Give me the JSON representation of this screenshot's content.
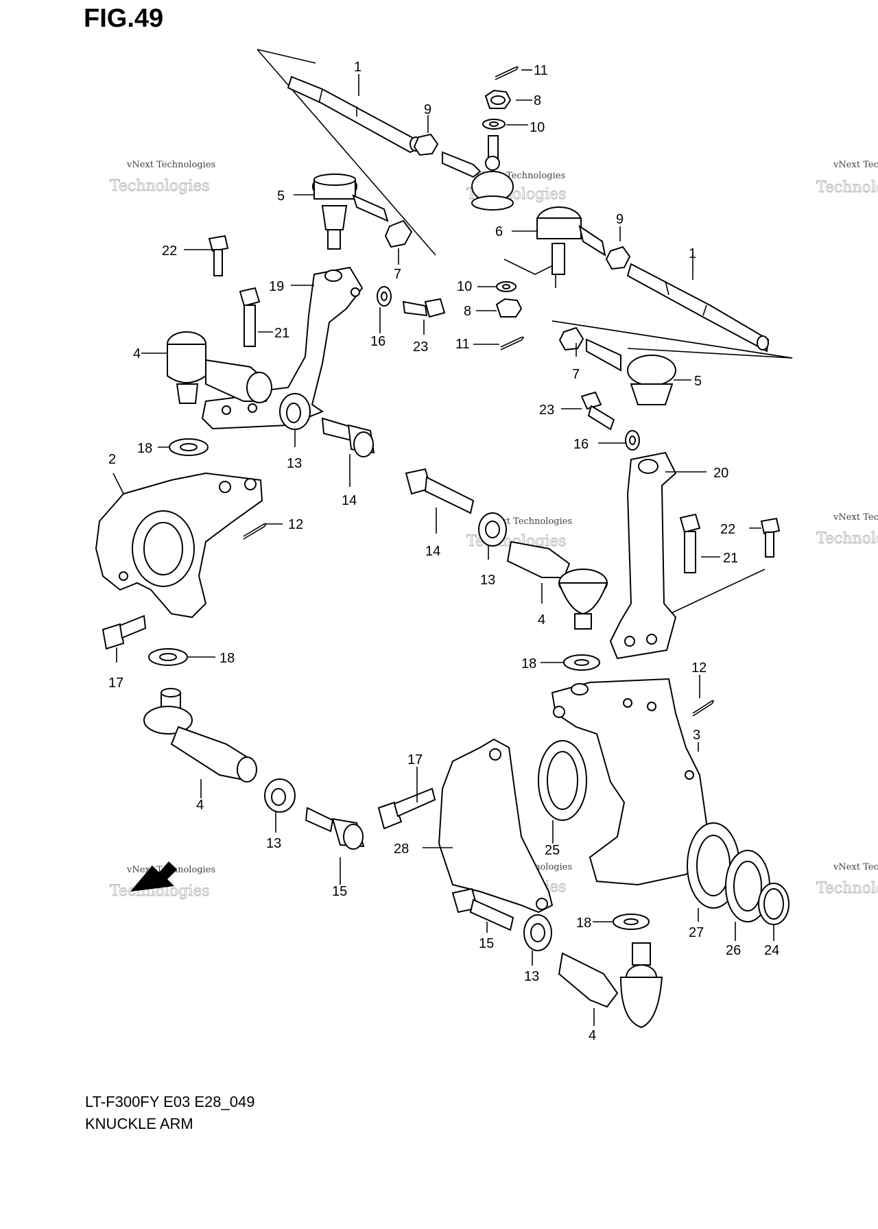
{
  "figure_title": "FIG.49",
  "model_code": "LT-F300FY E03 E28_049",
  "caption": "KNUCKLE ARM",
  "watermark": {
    "line1": "vNext Technologies",
    "line2": "Technologies",
    "line3": "vNext"
  },
  "callouts": [
    {
      "id": "c1a",
      "text": "1"
    },
    {
      "id": "c11a",
      "text": "11"
    },
    {
      "id": "c8a",
      "text": "8"
    },
    {
      "id": "c9a",
      "text": "9"
    },
    {
      "id": "c10a",
      "text": "10"
    },
    {
      "id": "c5a",
      "text": "5"
    },
    {
      "id": "c22a",
      "text": "22"
    },
    {
      "id": "c7a",
      "text": "7"
    },
    {
      "id": "c6",
      "text": "6"
    },
    {
      "id": "c9b",
      "text": "9"
    },
    {
      "id": "c1b",
      "text": "1"
    },
    {
      "id": "c19",
      "text": "19"
    },
    {
      "id": "c10b",
      "text": "10"
    },
    {
      "id": "c8b",
      "text": "8"
    },
    {
      "id": "c21a",
      "text": "21"
    },
    {
      "id": "c16a",
      "text": "16"
    },
    {
      "id": "c23a",
      "text": "23"
    },
    {
      "id": "c11b",
      "text": "11"
    },
    {
      "id": "c4a",
      "text": "4"
    },
    {
      "id": "c7b",
      "text": "7"
    },
    {
      "id": "c5b",
      "text": "5"
    },
    {
      "id": "c23b",
      "text": "23"
    },
    {
      "id": "c18a",
      "text": "18"
    },
    {
      "id": "c13a",
      "text": "13"
    },
    {
      "id": "c16b",
      "text": "16"
    },
    {
      "id": "c2",
      "text": "2"
    },
    {
      "id": "c20",
      "text": "20"
    },
    {
      "id": "c14a",
      "text": "14"
    },
    {
      "id": "c12a",
      "text": "12"
    },
    {
      "id": "c22b",
      "text": "22"
    },
    {
      "id": "c14b",
      "text": "14"
    },
    {
      "id": "c21b",
      "text": "21"
    },
    {
      "id": "c13b",
      "text": "13"
    },
    {
      "id": "c4b",
      "text": "4"
    },
    {
      "id": "c17a",
      "text": "17"
    },
    {
      "id": "c18b",
      "text": "18"
    },
    {
      "id": "c18c",
      "text": "18"
    },
    {
      "id": "c12b",
      "text": "12"
    },
    {
      "id": "c3",
      "text": "3"
    },
    {
      "id": "c17b",
      "text": "17"
    },
    {
      "id": "c4c",
      "text": "4"
    },
    {
      "id": "c13c",
      "text": "13"
    },
    {
      "id": "c28",
      "text": "28"
    },
    {
      "id": "c25",
      "text": "25"
    },
    {
      "id": "c15a",
      "text": "15"
    },
    {
      "id": "c18d",
      "text": "18"
    },
    {
      "id": "c27",
      "text": "27"
    },
    {
      "id": "c26",
      "text": "26"
    },
    {
      "id": "c24",
      "text": "24"
    },
    {
      "id": "c15b",
      "text": "15"
    },
    {
      "id": "c13d",
      "text": "13"
    },
    {
      "id": "c4d",
      "text": "4"
    }
  ]
}
